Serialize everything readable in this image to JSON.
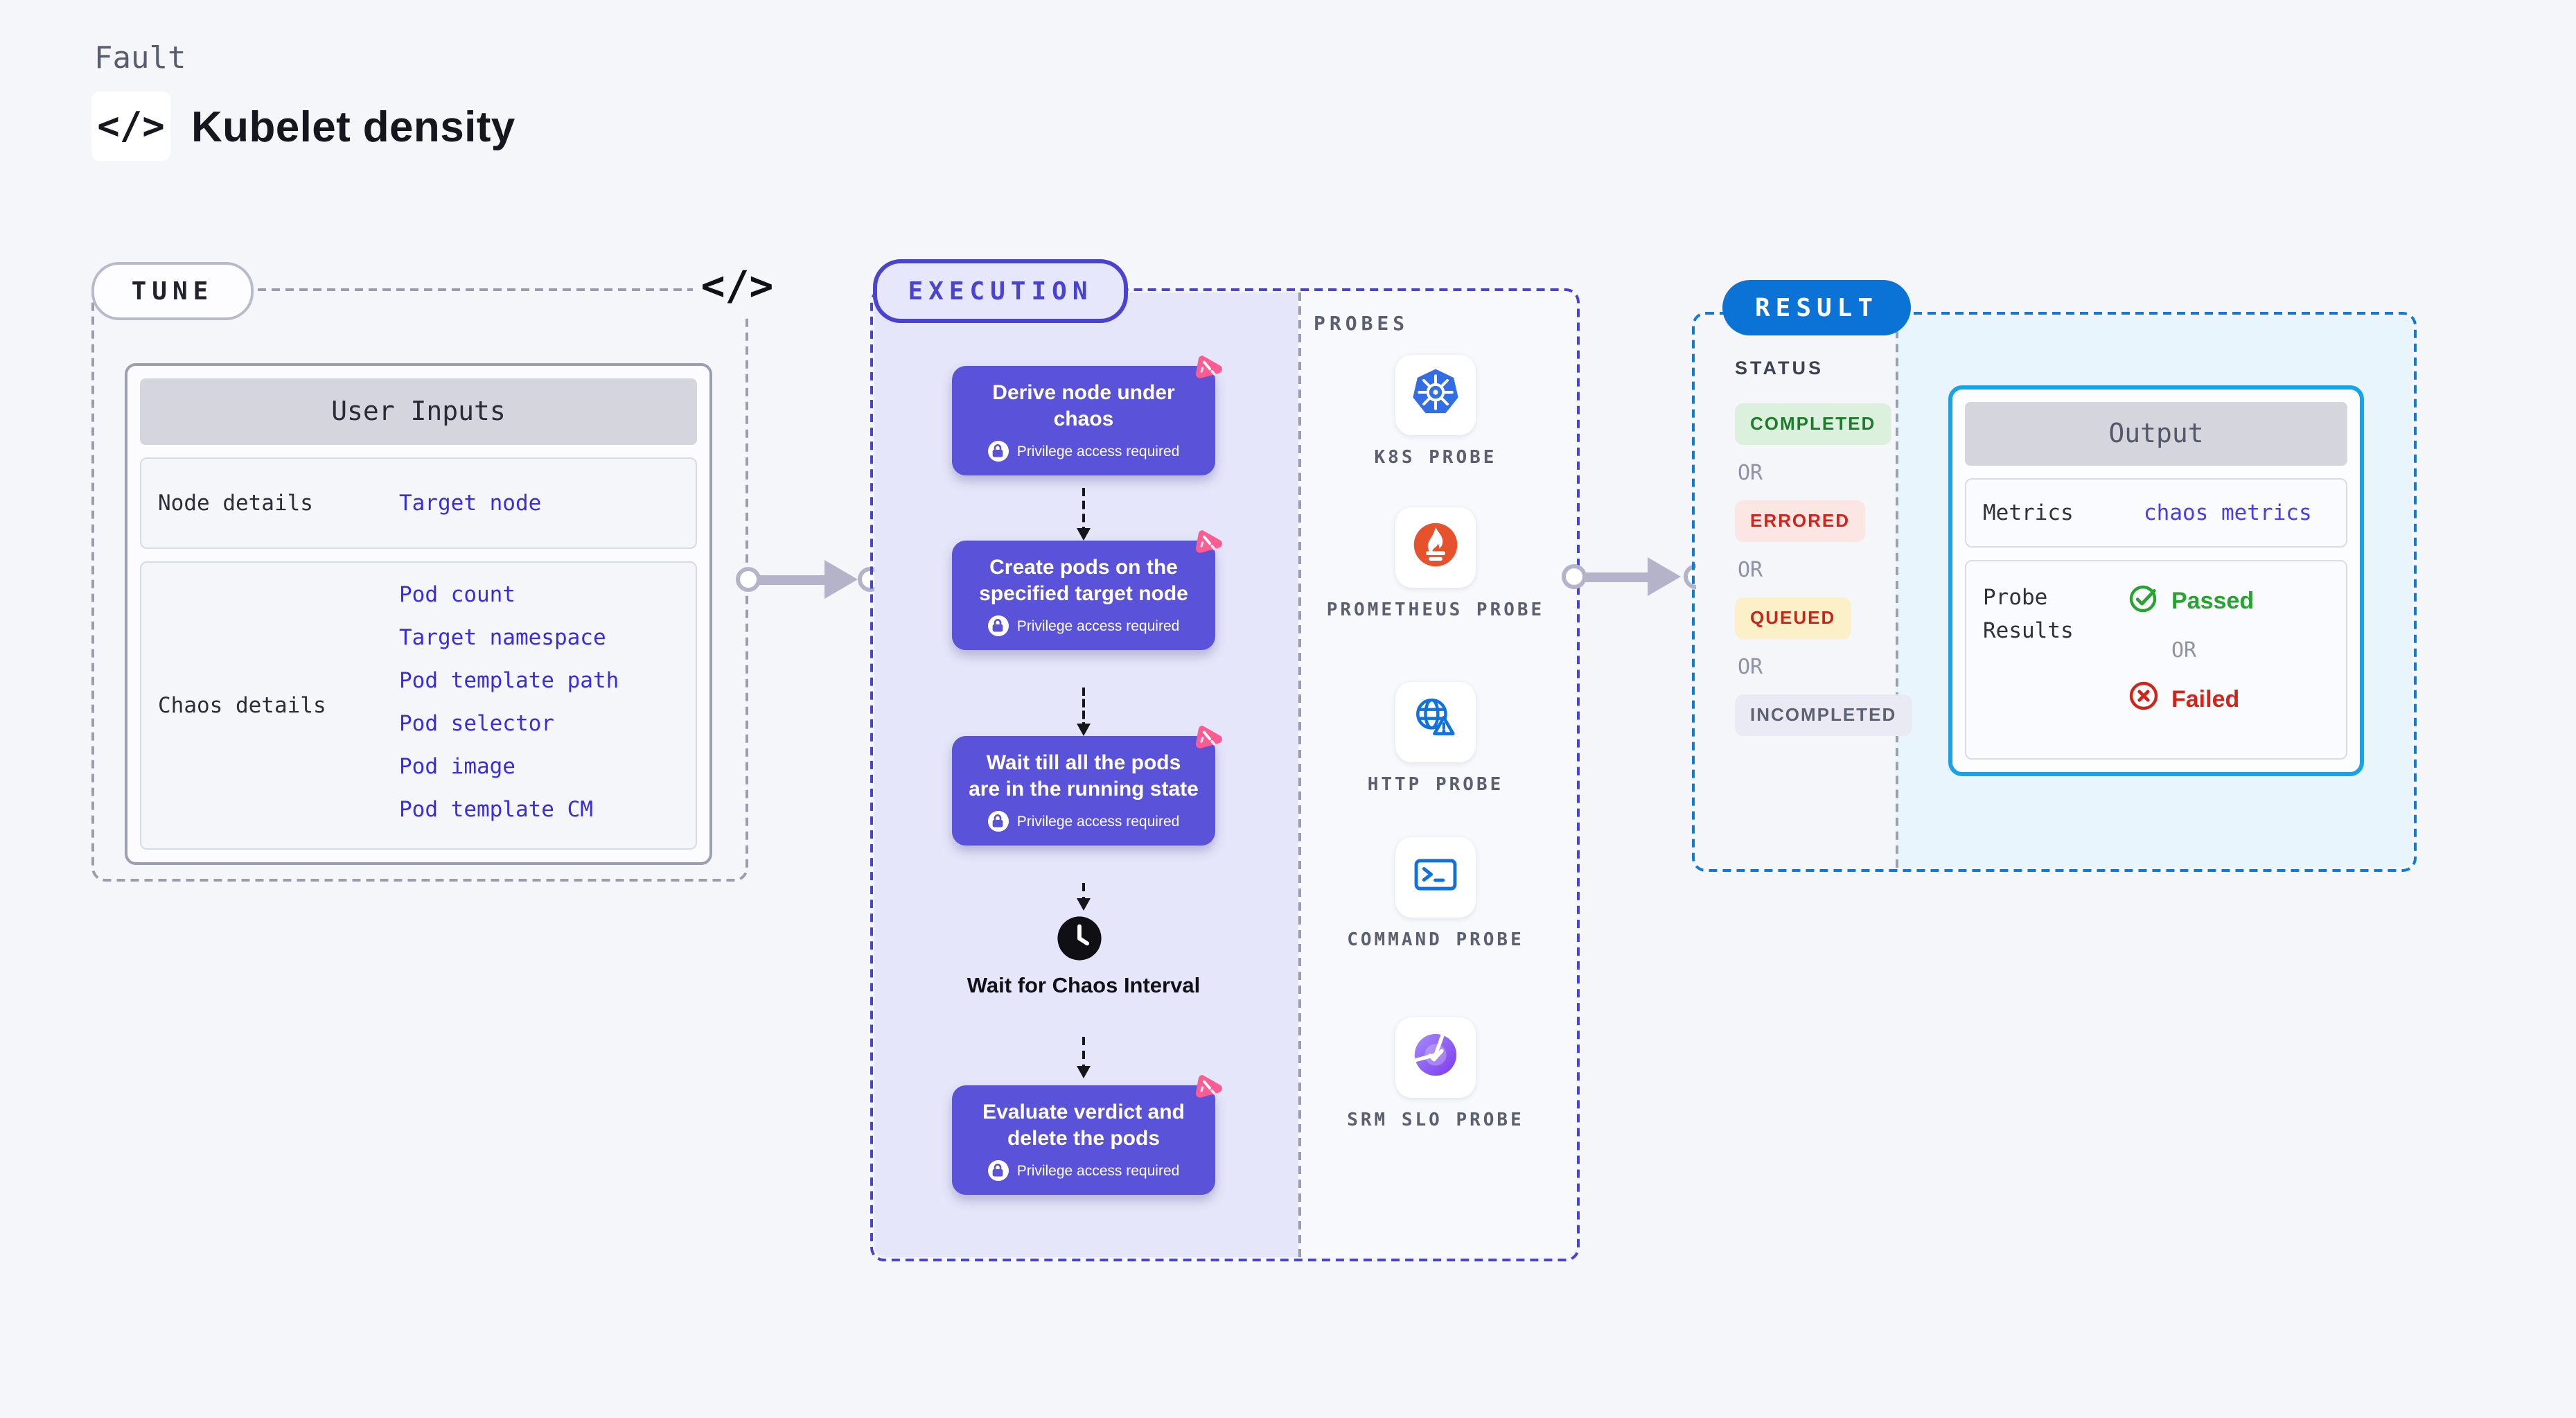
{
  "header": {
    "kicker": "Fault",
    "code_glyph": "</>",
    "title": "Kubelet density"
  },
  "tune": {
    "badge": "TUNE",
    "code_glyph": "</>",
    "user_inputs": {
      "title": "User Inputs",
      "rows": [
        {
          "label": "Node details",
          "links": [
            "Target node"
          ]
        },
        {
          "label": "Chaos details",
          "links": [
            "Pod count",
            "Target namespace",
            "Pod template path",
            "Pod selector",
            "Pod image",
            "Pod template CM"
          ]
        }
      ]
    }
  },
  "execution": {
    "badge": "EXECUTION",
    "steps": [
      {
        "title": "Derive node under chaos",
        "note": "Privilege access required"
      },
      {
        "title": "Create pods on the specified target node",
        "note": "Privilege access required"
      },
      {
        "title": "Wait till all the pods are in the running state",
        "note": "Privilege access required"
      },
      {
        "title": "Evaluate verdict and delete the pods",
        "note": "Privilege access required"
      }
    ],
    "wait_label": "Wait for Chaos Interval",
    "probes": {
      "title": "PROBES",
      "items": [
        {
          "label": "K8S PROBE",
          "icon": "kubernetes-icon"
        },
        {
          "label": "PROMETHEUS PROBE",
          "icon": "prometheus-icon"
        },
        {
          "label": "HTTP PROBE",
          "icon": "http-probe-icon"
        },
        {
          "label": "COMMAND PROBE",
          "icon": "command-probe-icon"
        },
        {
          "label": "SRM SLO PROBE",
          "icon": "srm-slo-probe-icon"
        }
      ]
    }
  },
  "result": {
    "badge": "RESULT",
    "status": {
      "title": "STATUS",
      "or_label": "OR",
      "badges": [
        {
          "label": "COMPLETED",
          "kind": "success"
        },
        {
          "label": "ERRORED",
          "kind": "error"
        },
        {
          "label": "QUEUED",
          "kind": "warning"
        },
        {
          "label": "INCOMPLETED",
          "kind": "neutral"
        }
      ]
    },
    "output": {
      "title": "Output",
      "metrics_label": "Metrics",
      "metrics_value": "chaos metrics",
      "probe_results_label": "Probe Results",
      "passed_label": "Passed",
      "or_label": "OR",
      "failed_label": "Failed"
    }
  },
  "colors": {
    "page_bg": "#f5f6fa",
    "step_bg": "#5a52d8",
    "execution_accent": "#4a43d0",
    "execution_bg": "#e6e6fa",
    "result_accent": "#0b72d6",
    "output_border": "#18a2e8",
    "result_bg": "#e9f5fc",
    "link": "#392de2",
    "metrics_link": "#4b3bf0",
    "pink_badge": "#fb5d92",
    "success_text": "#1d7c2b",
    "error_text": "#d0241a",
    "warning_bg": "#fcf0c8",
    "neutral_text": "#5c6173",
    "kubernetes_blue": "#326de6",
    "prometheus_orange": "#e6522c",
    "probe_icon_blue": "#1272dd",
    "srm_purple": "#7c3aed"
  }
}
